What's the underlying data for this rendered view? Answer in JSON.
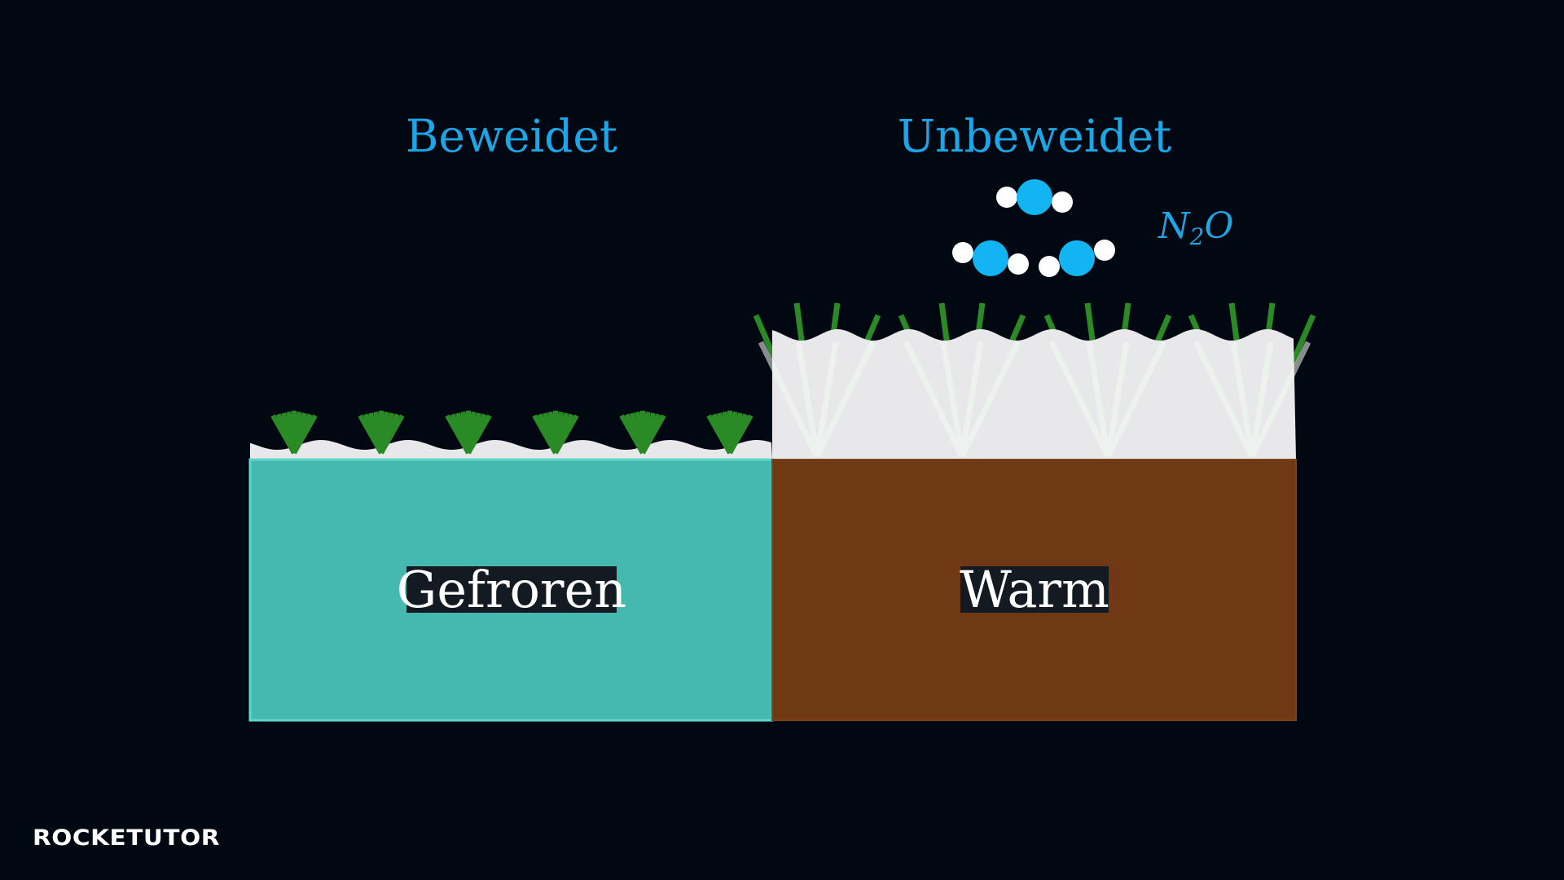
{
  "headings": {
    "grazed": "Beweidet",
    "ungrazed": "Unbeweidet"
  },
  "soil": {
    "frozen_label": "Gefroren",
    "warm_label": "Warm"
  },
  "emission": {
    "formula_base": "N",
    "formula_subscript": "2",
    "formula_tail": "O",
    "molecule_count": 3
  },
  "brand": {
    "logo": "ROCKETUTOR"
  },
  "colors": {
    "background": "#020811",
    "heading": "#1da6e6",
    "frozen_soil": "#45b9b0",
    "frozen_border": "#5fd6cc",
    "warm_soil": "#6e3914",
    "snow": "#e8e8ea",
    "grass": "#2a8a25",
    "molecule_center": "#12b4f2",
    "molecule_atom": "#ffffff",
    "label_background": "#131a21",
    "label_text": "#ffffff"
  },
  "icons": {
    "short_grass": "grass-tuft-icon",
    "tall_grass": "tall-grass-tuft-icon",
    "molecule": "n2o-molecule-icon",
    "logo_cross": "plus-icon"
  }
}
